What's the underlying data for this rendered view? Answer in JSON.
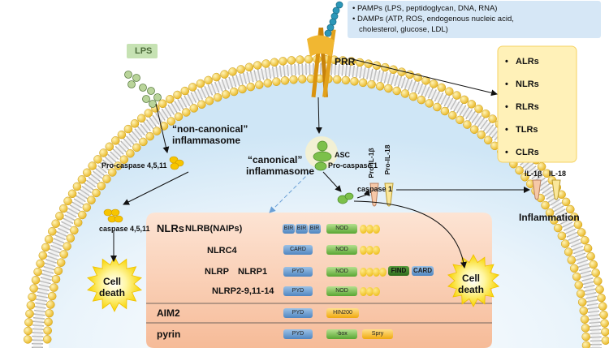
{
  "pamps_damps": {
    "pamps": "PAMPs (LPS, peptidoglycan, DNA, RNA)",
    "damps_line1": "DAMPs (ATP, ROS, endogenous nucleic acid,",
    "damps_line2": "cholesterol, glucose, LDL)"
  },
  "lps_label": "LPS",
  "prr_label": "PRR",
  "prr_types": [
    "ALRs",
    "NLRs",
    "RLRs",
    "TLRs",
    "CLRs"
  ],
  "noncanonical": {
    "line1": "“non-canonical”",
    "line2": "inflammasome"
  },
  "canonical": {
    "line1": "“canonical”",
    "line2": "inflammasome"
  },
  "procaspase_4511": "Pro-caspase 4,5,11",
  "caspase_4511": "caspase 4,5,11",
  "asc": "ASC",
  "procaspase_1": "Pro-caspase 1",
  "caspase_1": "caspase 1",
  "pro_il1b": "Pro-IL-1β",
  "pro_il18": "Pro-IL-18",
  "il1b": "IL-1β",
  "il18": "IL-18",
  "inflammation": "Inflammation",
  "cell_death": "Cell death",
  "cell_death_line1": "Cell",
  "cell_death_line2": "death",
  "receptors": {
    "nlrs_label": "NLRs",
    "nlrb": "NLRB(NAIPs)",
    "nlrc4": "NLRC4",
    "nlrp": "NLRP",
    "nlrp1": "NLRP1",
    "nlrp2": "NLRP2-9,11-14",
    "aim2": "AIM2",
    "pyrin": "pyrin"
  },
  "domains": {
    "bir": "BIR",
    "nod": "NOD",
    "card": "CARD",
    "pyd": "PYD",
    "find": "FIND",
    "hin200": "HIN200",
    "bbox": "-box",
    "spry": "Spry"
  },
  "colors": {
    "membrane_head": "#f5d15a",
    "cytoplasm": "#e4f1fb",
    "panel": "#f8cdb5",
    "accent_red": "#e8141b"
  }
}
